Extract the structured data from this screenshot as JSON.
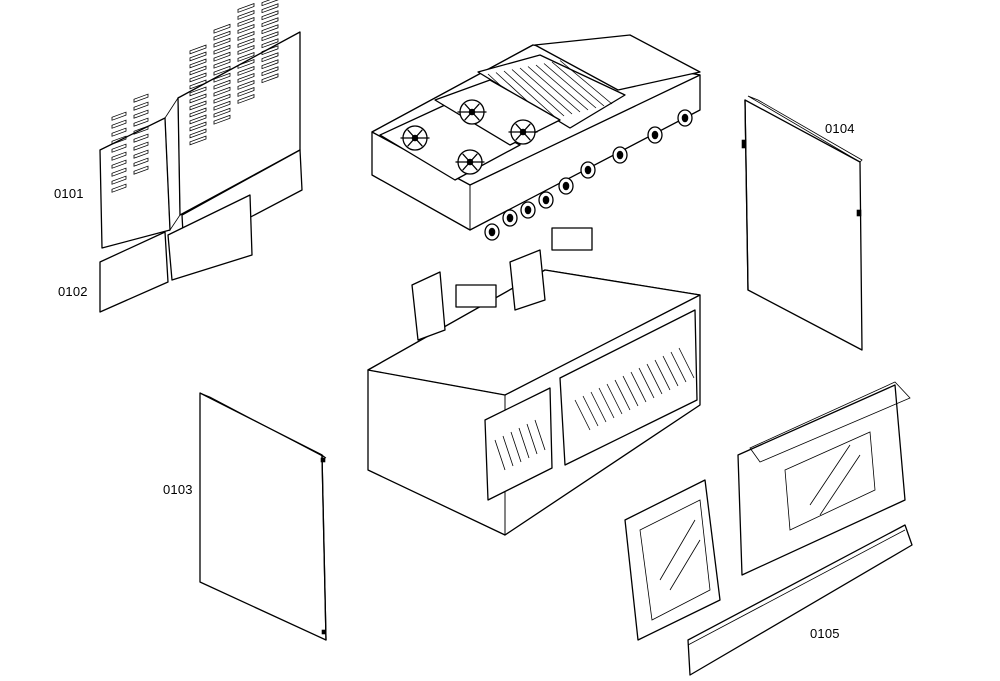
{
  "diagram": {
    "parts": [
      {
        "id": "rear-panel",
        "label": "0101"
      },
      {
        "id": "rear-lower-panel",
        "label": "0102"
      },
      {
        "id": "left-side-panel",
        "label": "0103"
      },
      {
        "id": "right-side-panel",
        "label": "0104"
      },
      {
        "id": "oven-doors-kickplate",
        "label": "0105"
      }
    ],
    "colors": {
      "line": "#000000",
      "background": "#ffffff"
    }
  }
}
